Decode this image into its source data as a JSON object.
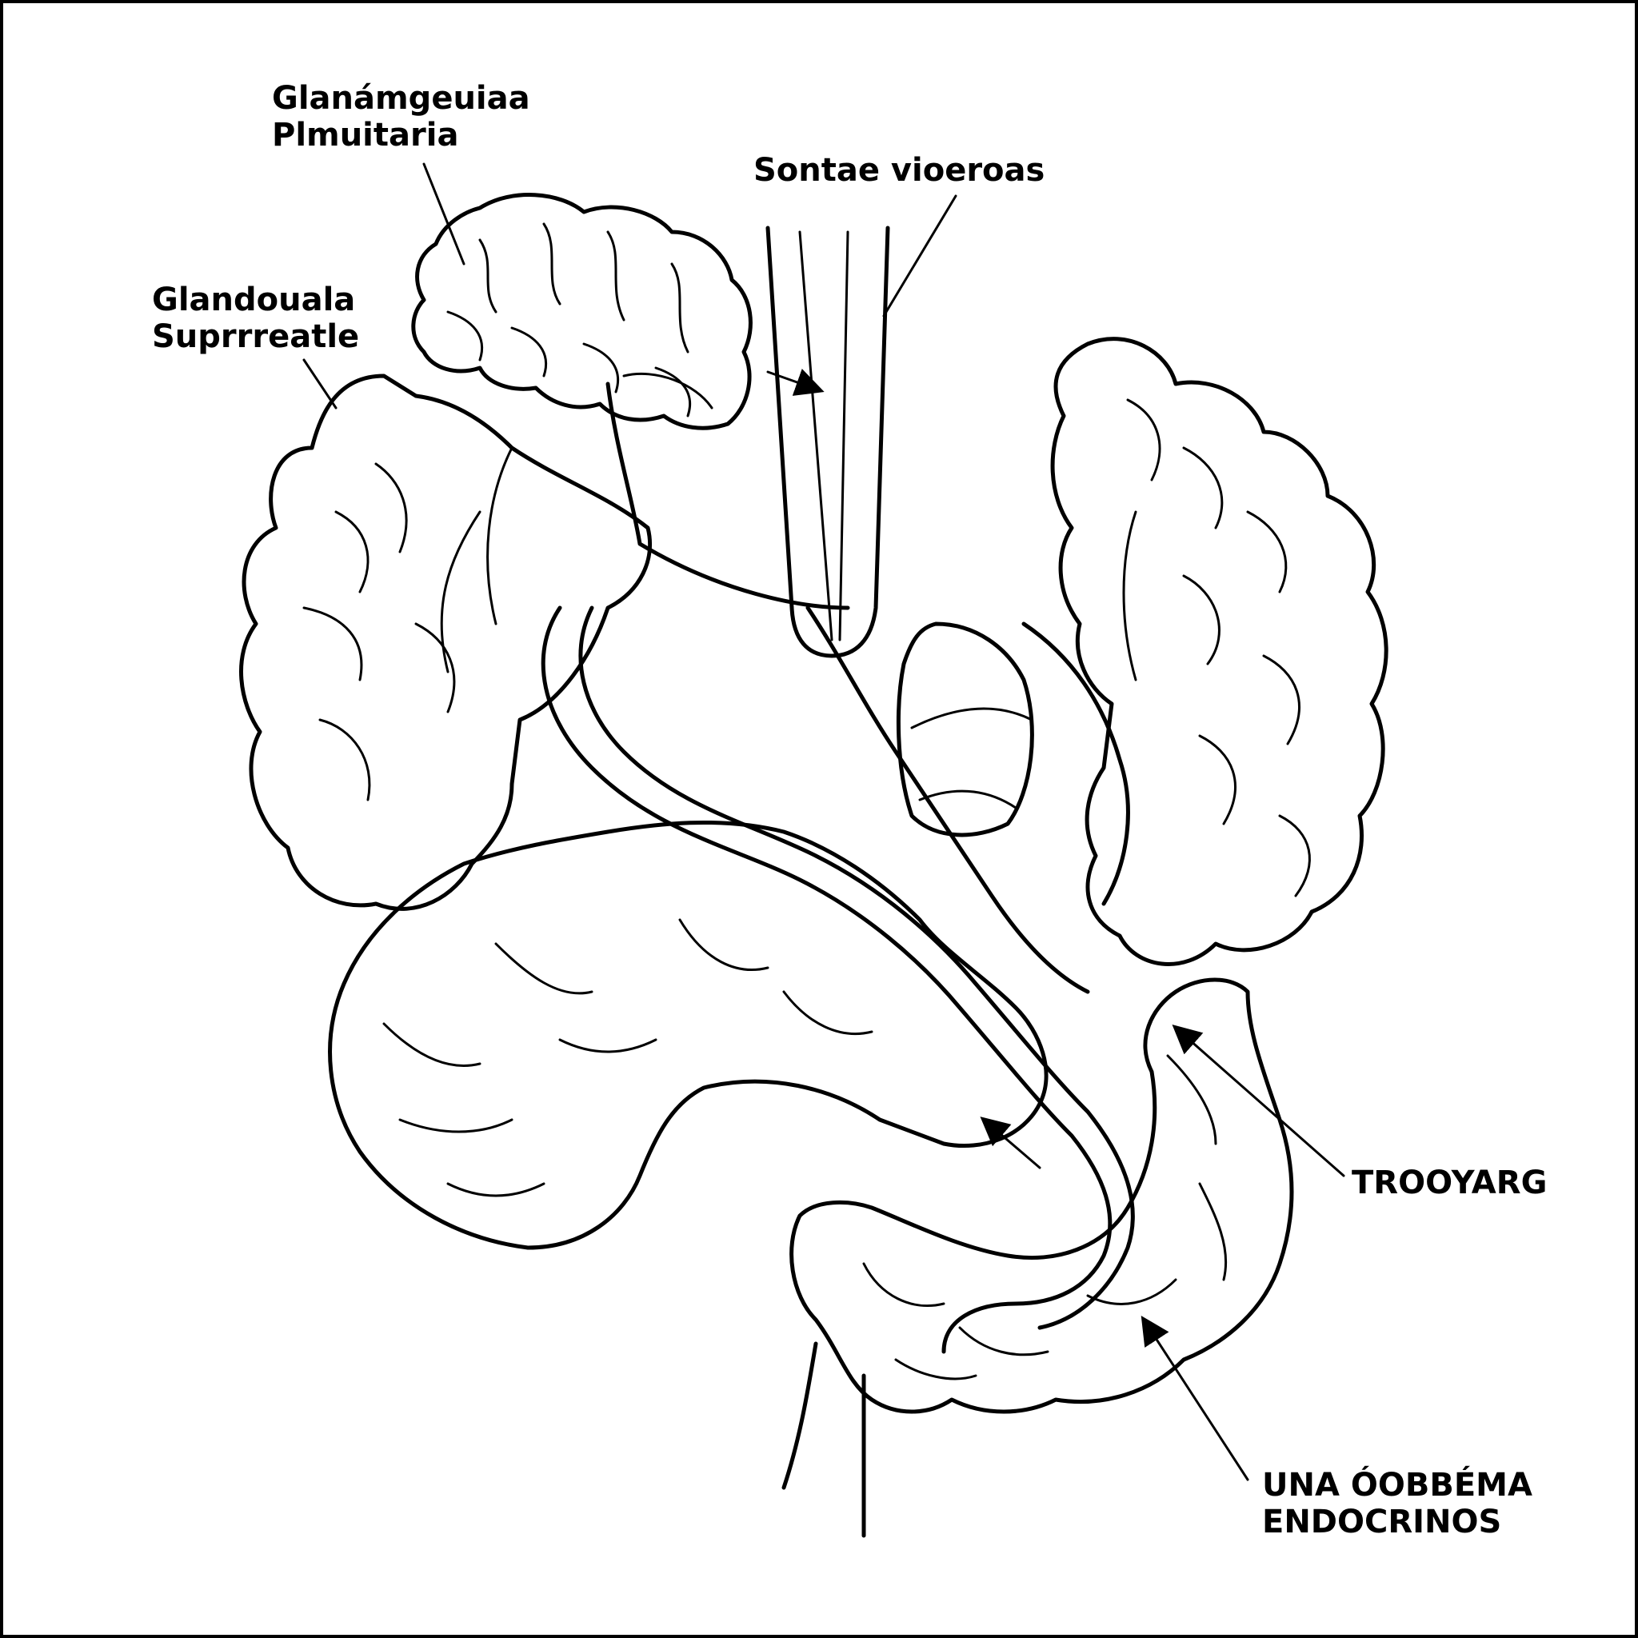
{
  "labels": {
    "pituitary": [
      "Glanámgeuiaa",
      "Plmuitaria"
    ],
    "suprarenal": [
      "Glandouala",
      "Suprrreatle"
    ],
    "vessels": "Sontae vioeroas",
    "thyroid": "TROOYARG",
    "system": [
      "UNA ÓOBBÉMA",
      "ENDOCRINOS"
    ]
  },
  "colors": {
    "ink": "#000000",
    "background": "#ffffff"
  }
}
